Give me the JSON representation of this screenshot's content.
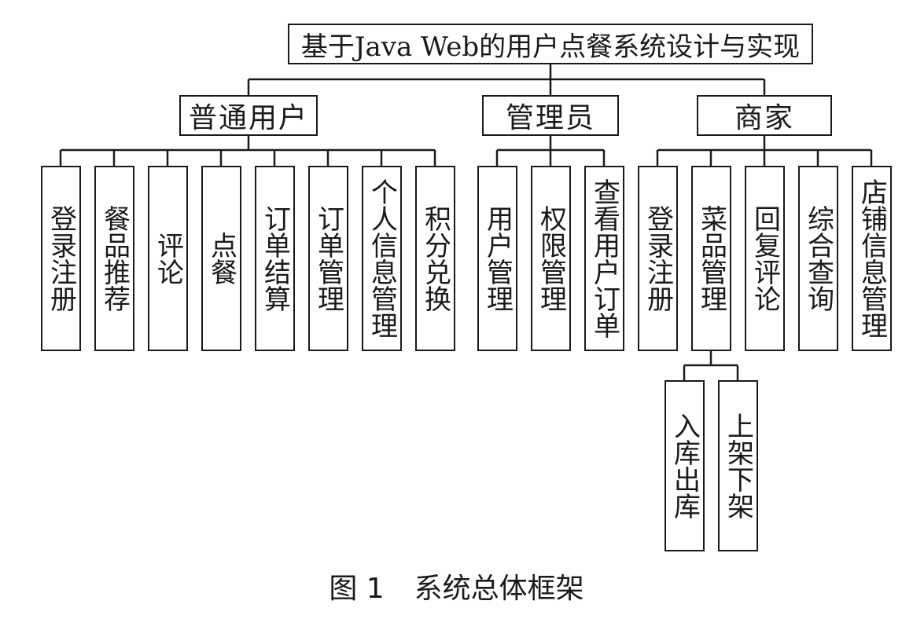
{
  "root": "基于Java Web的用户点餐系统设计与实现",
  "groups": {
    "user": {
      "label": "普通用户",
      "items": [
        "登录注册",
        "餐品推荐",
        "评论",
        "点餐",
        "订单结算",
        "订单管理",
        "个人信息管理",
        "积分兑换"
      ]
    },
    "admin": {
      "label": "管理员",
      "items": [
        "用户管理",
        "权限管理",
        "查看用户订单"
      ]
    },
    "merchant": {
      "label": "商家",
      "items": [
        "登录注册",
        "菜品管理",
        "回复评论",
        "综合查询",
        "店铺信息管理"
      ],
      "dish_children": [
        "入库出库",
        "上架下架"
      ]
    }
  },
  "caption": {
    "figure": "图 1",
    "title": "系统总体框架"
  }
}
